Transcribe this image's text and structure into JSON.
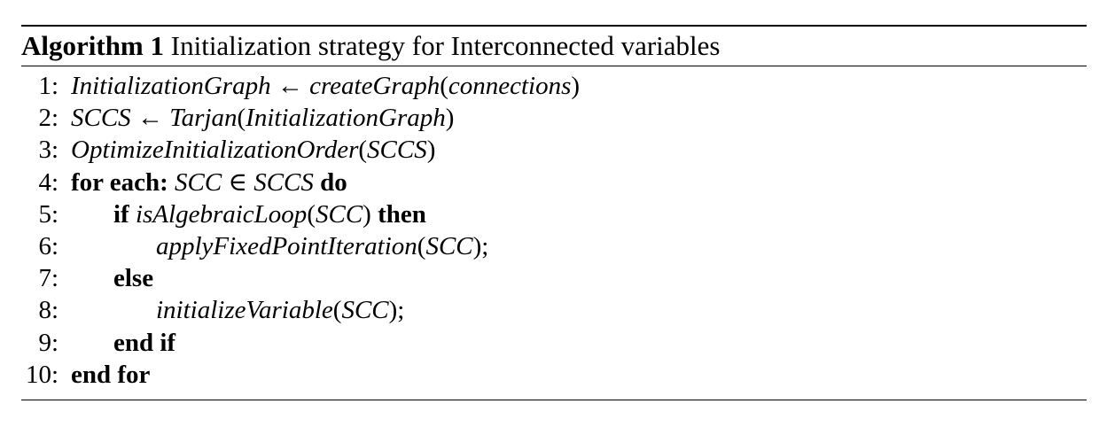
{
  "algorithm": {
    "label": "Algorithm 1",
    "caption": "Initialization strategy for Interconnected variables",
    "lines": [
      {
        "num": "1:",
        "parts": [
          {
            "t": "InitializationGraph",
            "s": "i"
          },
          {
            "t": " ← ",
            "s": "n"
          },
          {
            "t": "createGraph",
            "s": "i"
          },
          {
            "t": "(",
            "s": "n"
          },
          {
            "t": "connections",
            "s": "i"
          },
          {
            "t": ")",
            "s": "n"
          }
        ]
      },
      {
        "num": "2:",
        "parts": [
          {
            "t": "SCCS",
            "s": "i"
          },
          {
            "t": " ← ",
            "s": "n"
          },
          {
            "t": "Tarjan",
            "s": "i"
          },
          {
            "t": "(",
            "s": "n"
          },
          {
            "t": "InitializationGraph",
            "s": "i"
          },
          {
            "t": ")",
            "s": "n"
          }
        ]
      },
      {
        "num": "3:",
        "parts": [
          {
            "t": "OptimizeInitializationOrder",
            "s": "i"
          },
          {
            "t": "(",
            "s": "n"
          },
          {
            "t": "SCCS",
            "s": "i"
          },
          {
            "t": ")",
            "s": "n"
          }
        ]
      },
      {
        "num": "4:",
        "parts": [
          {
            "t": "for each:",
            "s": "b"
          },
          {
            "t": " ",
            "s": "n"
          },
          {
            "t": "SCC",
            "s": "i"
          },
          {
            "t": " ∈ ",
            "s": "n"
          },
          {
            "t": "SCCS",
            "s": "i"
          },
          {
            "t": " ",
            "s": "n"
          },
          {
            "t": "do",
            "s": "b"
          }
        ]
      },
      {
        "num": "5:",
        "parts": [
          {
            "t": "if",
            "s": "b"
          },
          {
            "t": " ",
            "s": "n"
          },
          {
            "t": "isAlgebraicLoop",
            "s": "i"
          },
          {
            "t": "(",
            "s": "n"
          },
          {
            "t": "SCC",
            "s": "i"
          },
          {
            "t": ") ",
            "s": "n"
          },
          {
            "t": "then",
            "s": "b"
          }
        ]
      },
      {
        "num": "6:",
        "parts": [
          {
            "t": "applyFixedPointIteration",
            "s": "i"
          },
          {
            "t": "(",
            "s": "n"
          },
          {
            "t": "SCC",
            "s": "i"
          },
          {
            "t": ");",
            "s": "n"
          }
        ]
      },
      {
        "num": "7:",
        "parts": [
          {
            "t": "else",
            "s": "b"
          }
        ]
      },
      {
        "num": "8:",
        "parts": [
          {
            "t": "initializeVariable",
            "s": "i"
          },
          {
            "t": "(",
            "s": "n"
          },
          {
            "t": "SCC",
            "s": "i"
          },
          {
            "t": ");",
            "s": "n"
          }
        ]
      },
      {
        "num": "9:",
        "parts": [
          {
            "t": "end if",
            "s": "b"
          }
        ]
      },
      {
        "num": "10:",
        "parts": [
          {
            "t": "end for",
            "s": "b"
          }
        ]
      }
    ]
  }
}
